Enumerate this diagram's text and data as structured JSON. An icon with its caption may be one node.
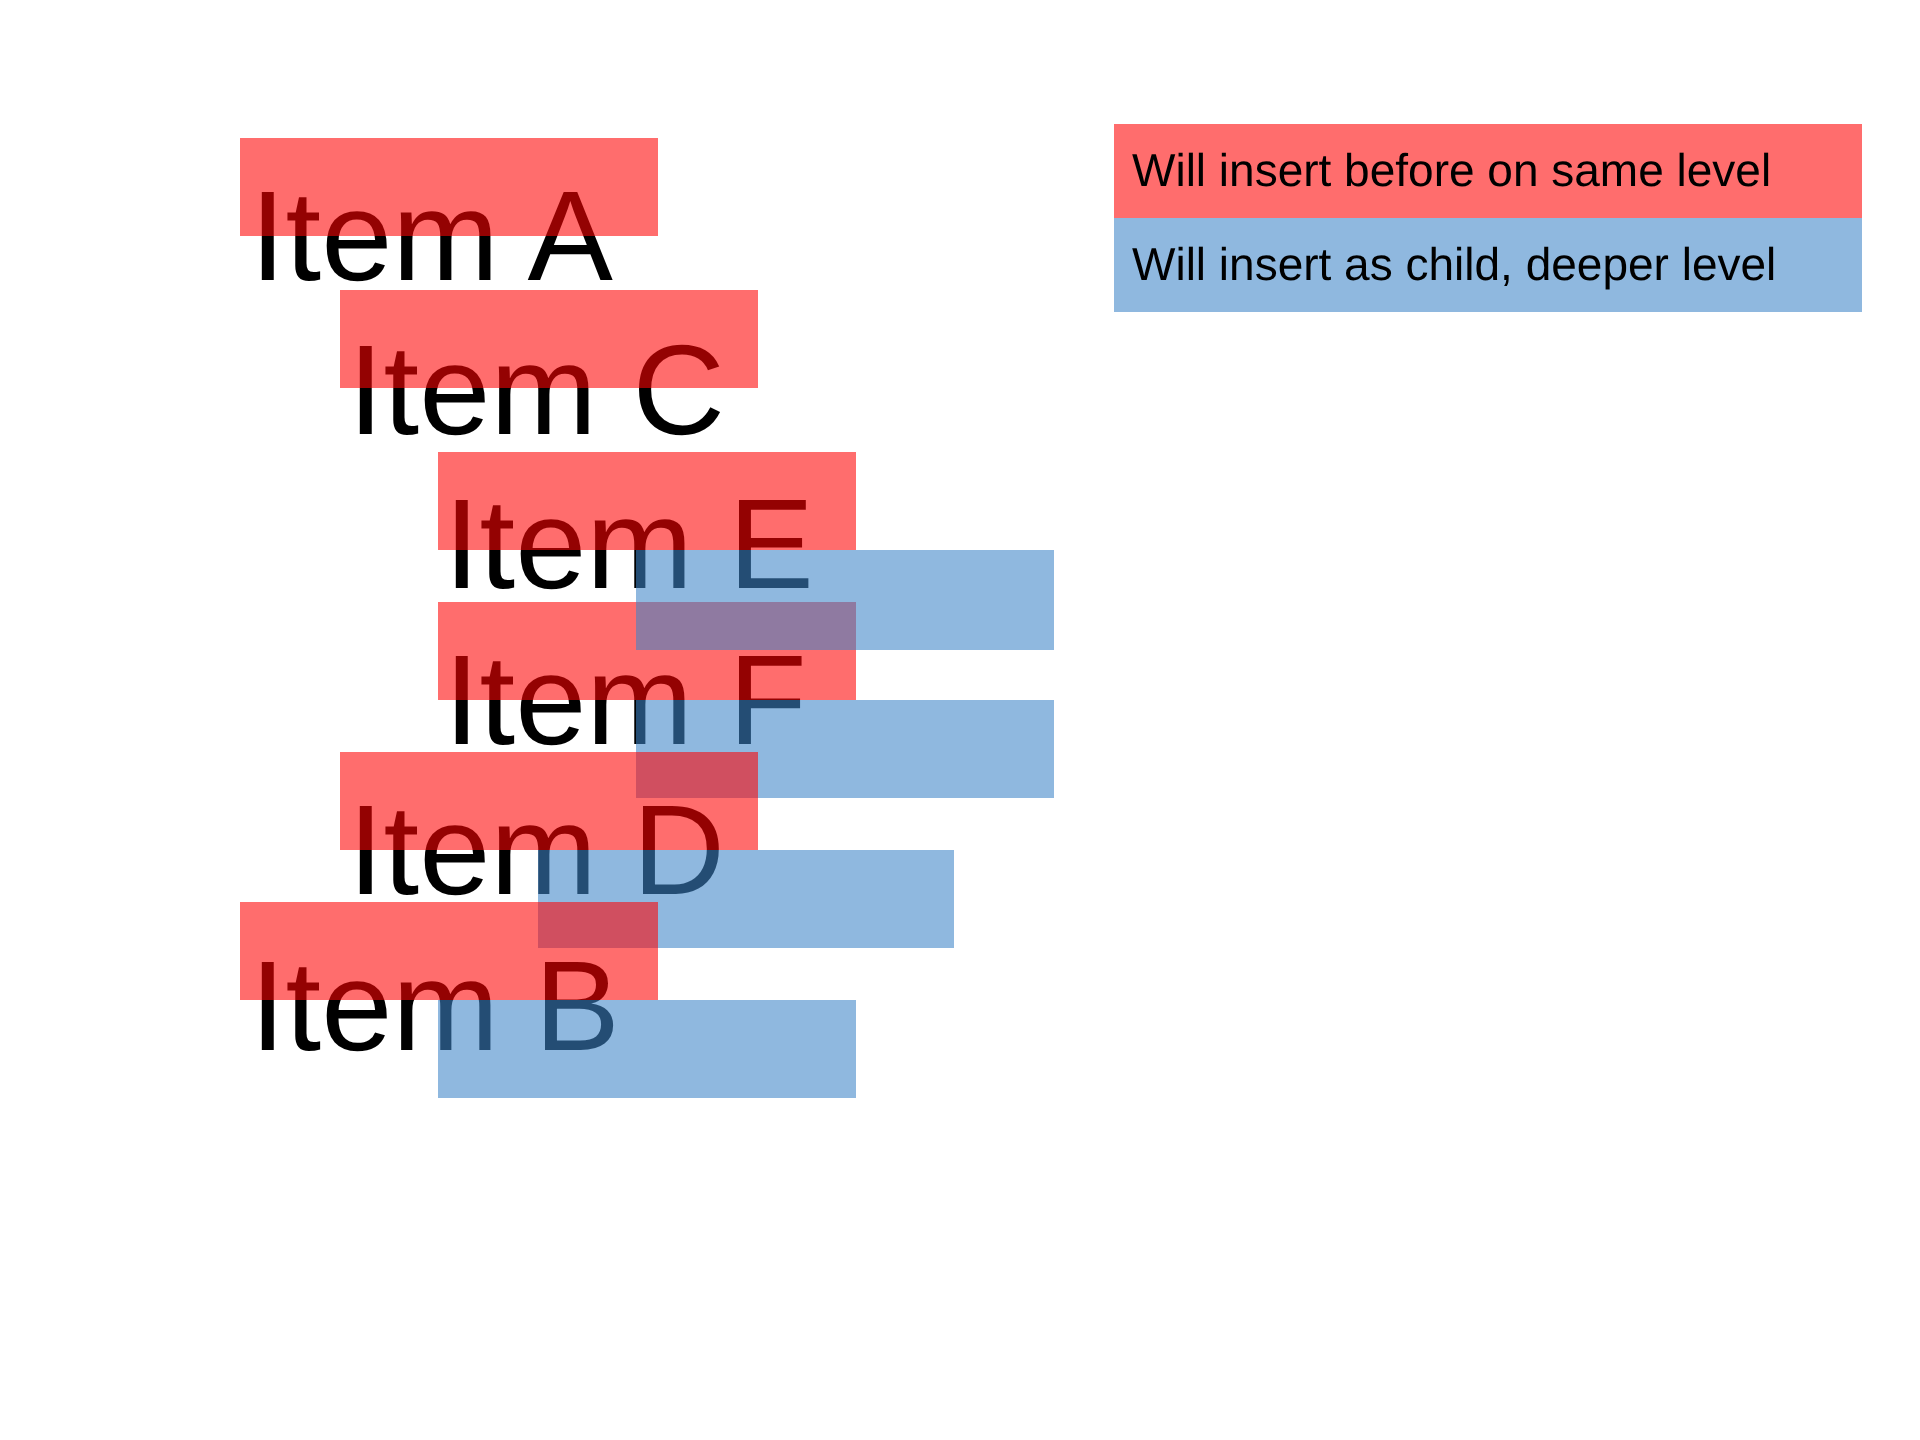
{
  "diagram": {
    "nodes": [
      {
        "text": [],
        "shape": "bar"
      },
      {
        "text": [],
        "shape": "bar"
      },
      {
        "text": [],
        "shape": "bar"
      },
      {
        "text": [],
        "shape": "bar"
      },
      {
        "text": [],
        "shape": "bar"
      },
      {
        "text": [],
        "shape": "bar"
      },
      {
        "text": [],
        "shape": "bar"
      },
      {
        "text": [],
        "shape": "bar"
      },
      {
        "text": [],
        "shape": "bar"
      },
      {
        "text": [],
        "shape": "bar"
      }
    ],
    "labels": [
      "Item A",
      "Item C",
      "Item E",
      "Item F",
      "Item D",
      "Item B"
    ],
    "legend": [
      {
        "text": "Will insert before on same level",
        "color": "#ff6d6d"
      },
      {
        "text": "Will insert as child, deeper level",
        "color": "#8fb8df"
      }
    ]
  }
}
